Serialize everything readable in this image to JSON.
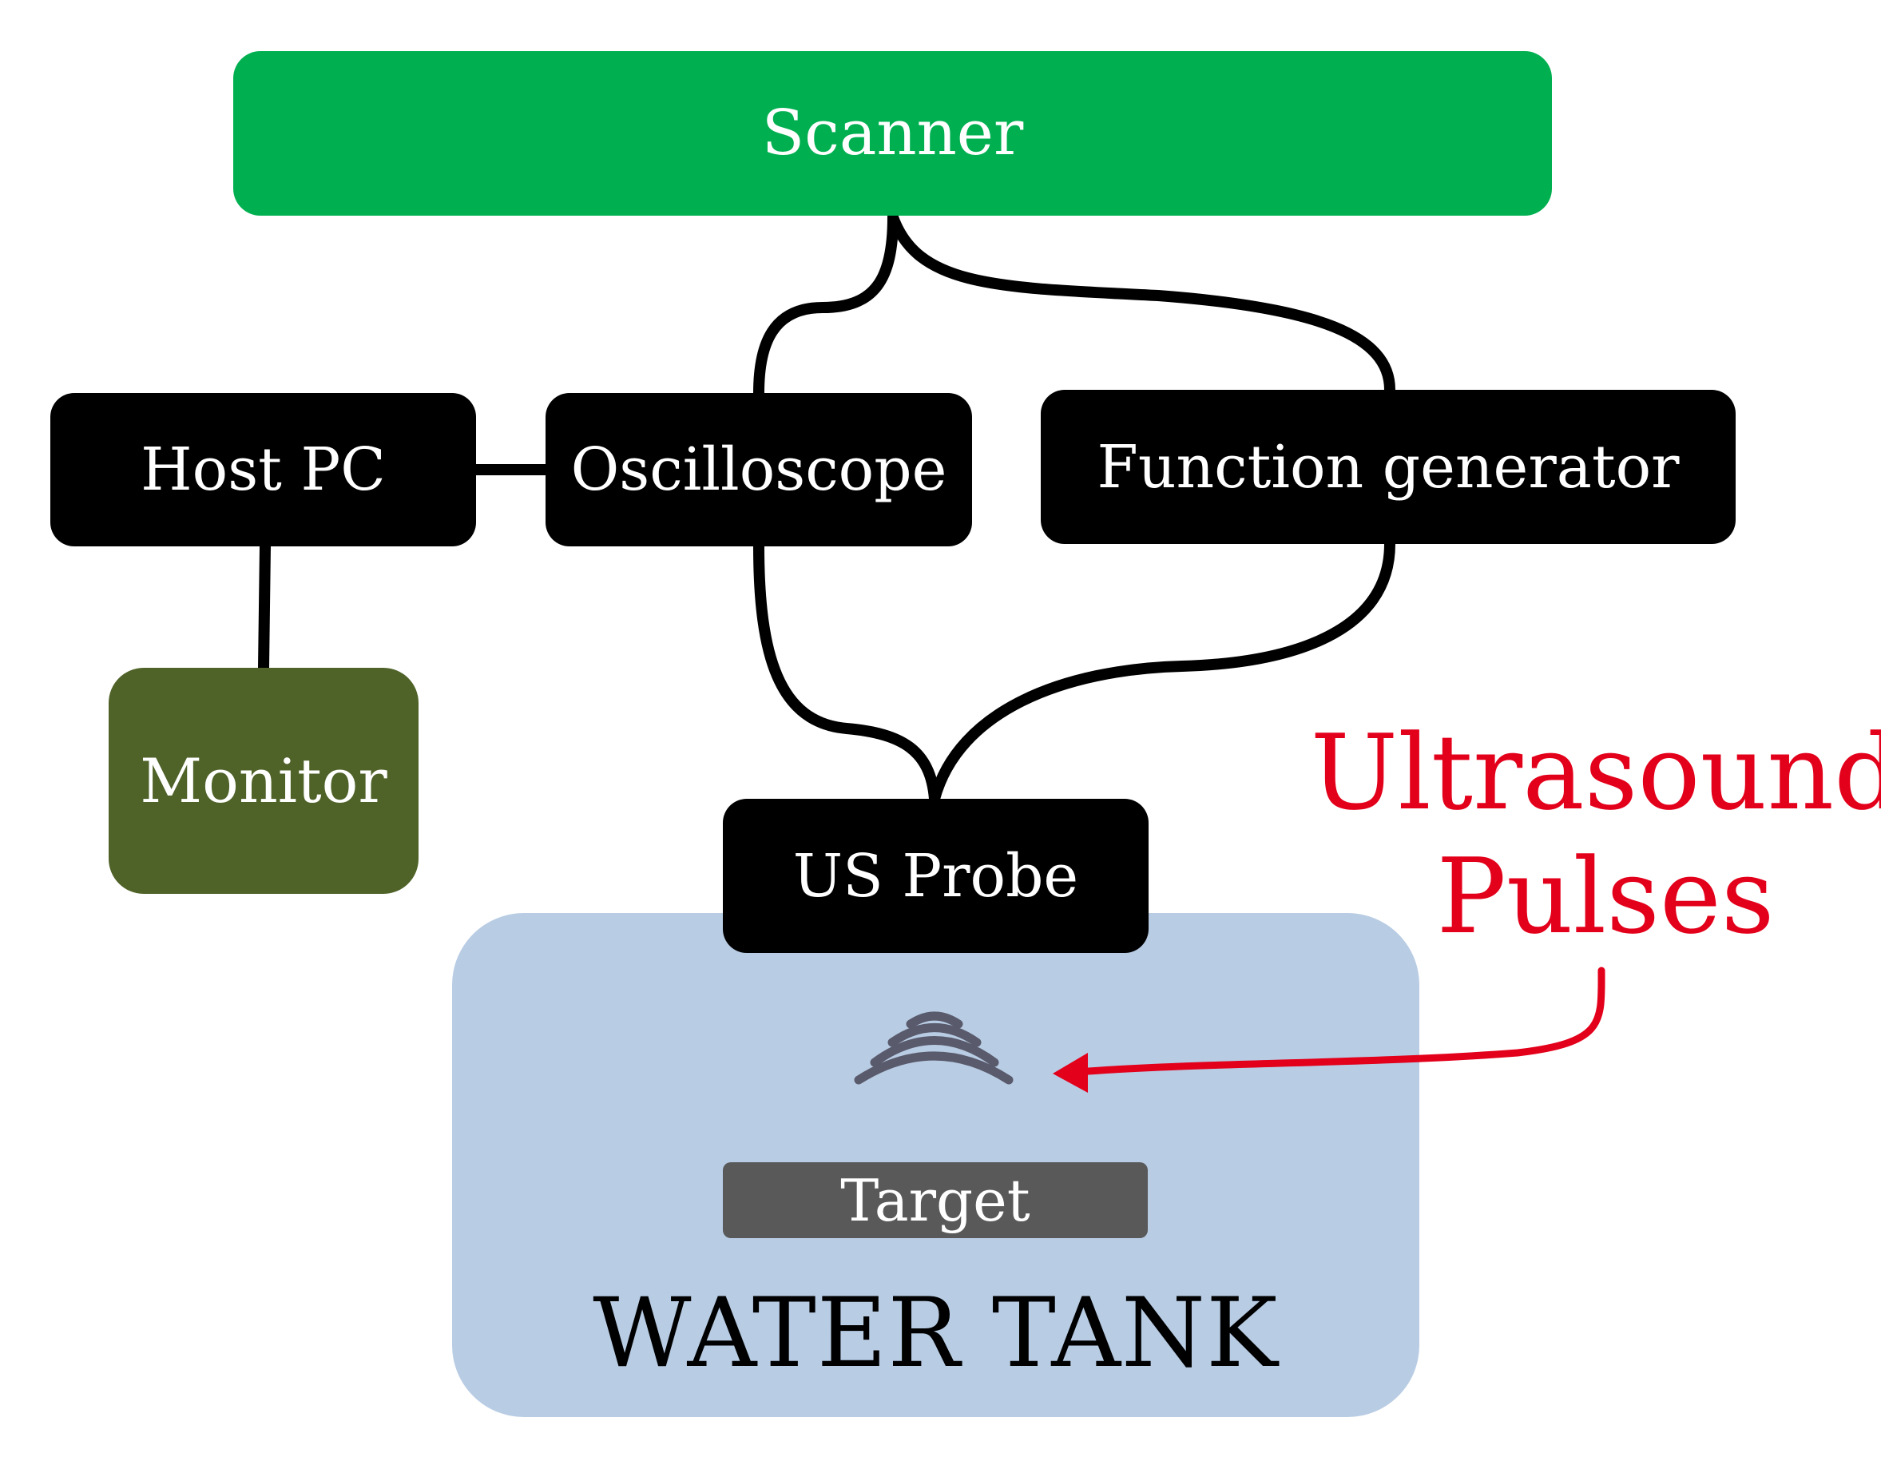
{
  "nodes": {
    "scanner": "Scanner",
    "host_pc": "Host PC",
    "oscilloscope": "Oscilloscope",
    "function_generator": "Function generator",
    "monitor": "Monitor",
    "us_probe": "US Probe",
    "target": "Target"
  },
  "tank_label": "WATER TANK",
  "annotation": {
    "line1": "Ultrasound",
    "line2": "Pulses"
  },
  "icons": {
    "ultrasound_waves": "ultrasound-waves-icon"
  },
  "colors": {
    "scanner": "#00b050",
    "monitor": "#4f6228",
    "device": "#000000",
    "tank": "#b8cce4",
    "target": "#595959",
    "annotation": "#e3001b",
    "waves": "#595a6b"
  }
}
